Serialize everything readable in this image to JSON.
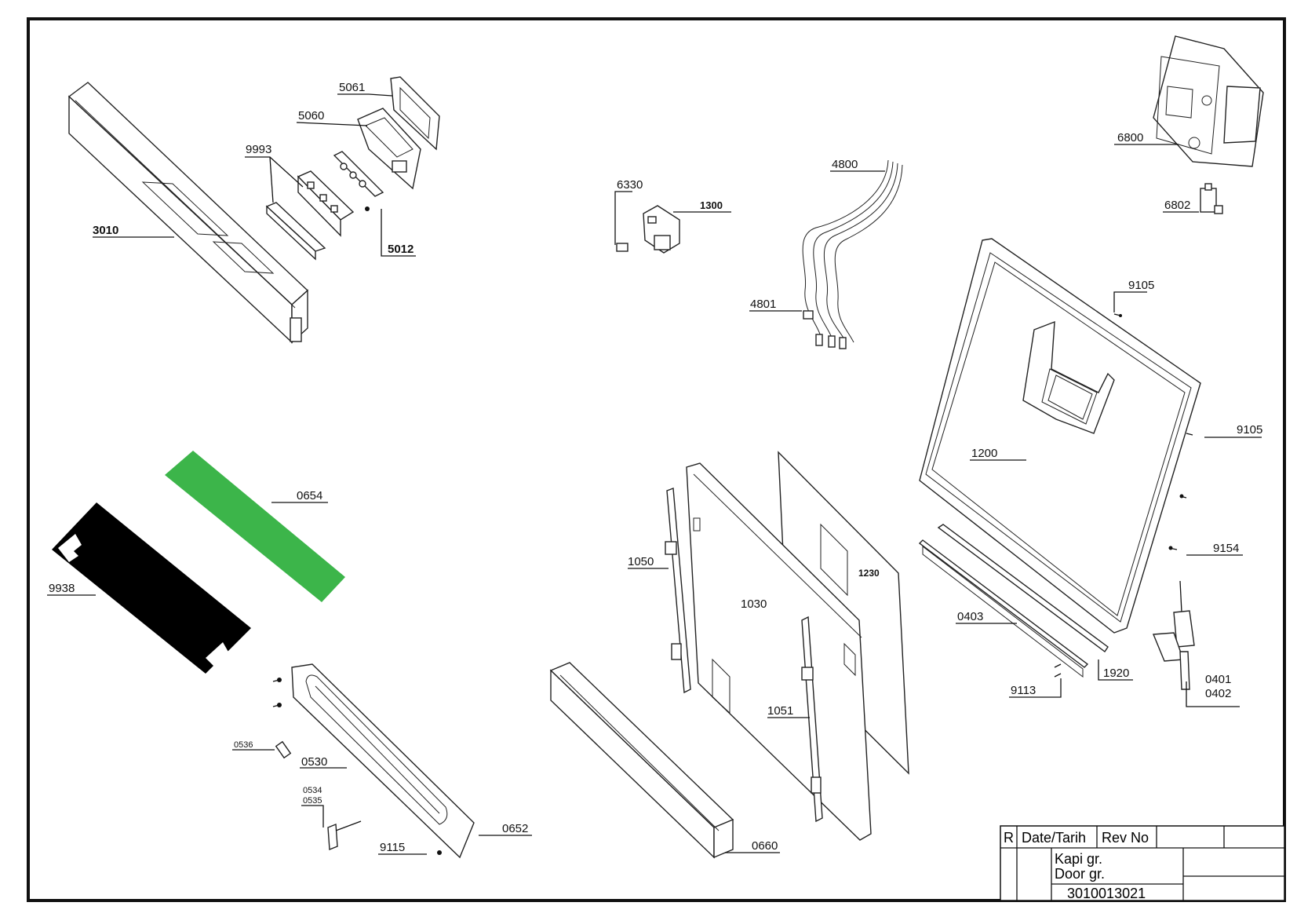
{
  "drawing": {
    "labels": {
      "p3010": "3010",
      "p5061": "5061",
      "p5060": "5060",
      "p9993": "9993",
      "p5012": "5012",
      "p6330": "6330",
      "p1300": "1300",
      "p4800": "4800",
      "p4801": "4801",
      "p6800": "6800",
      "p6802": "6802",
      "p9105a": "9105",
      "p9105b": "9105",
      "p1200": "1200",
      "p9154": "9154",
      "p0654": "0654",
      "p9938": "9938",
      "p1050": "1050",
      "p1030": "1030",
      "p1230": "1230",
      "p1051": "1051",
      "p0403": "0403",
      "p1920": "1920",
      "p9113": "9113",
      "p0401": "0401",
      "p0402": "0402",
      "p0536": "0536",
      "p0530": "0530",
      "p0534": "0534",
      "p0535": "0535",
      "p9115": "9115",
      "p0652": "0652",
      "p0660": "0660"
    },
    "colors": {
      "insulation_green": "#3cb54a",
      "insulation_black": "#000000",
      "frame": "#111111"
    }
  },
  "title_block": {
    "rev_col": "R",
    "date_col": "Date/Tarih",
    "revno_col": "Rev No",
    "title_tr": "Kapi gr.",
    "title_en": "Door gr.",
    "drawing_no": "3010013021"
  }
}
